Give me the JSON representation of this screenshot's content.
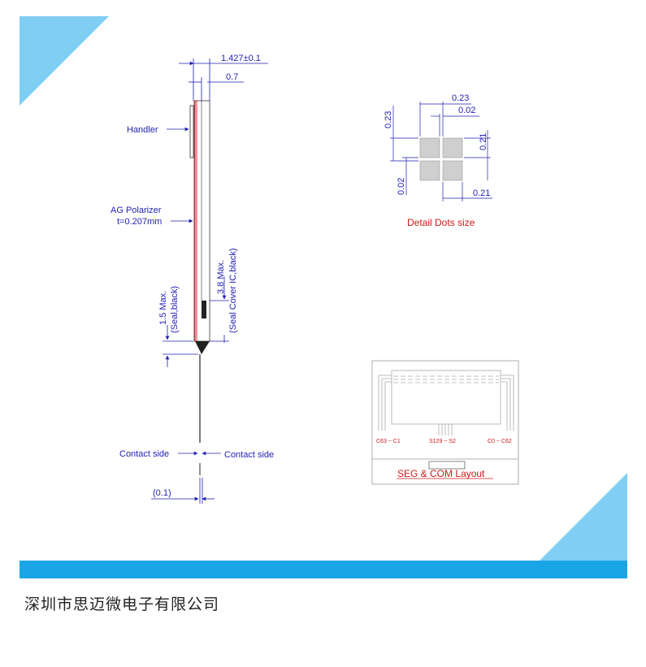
{
  "colors": {
    "accent_blue": "#56bdf0",
    "bar_blue": "#1aa6e6",
    "dim_blue": "#1f1fb4",
    "red": "#d01818",
    "dot_gray": "#cfcfcf"
  },
  "side_view": {
    "dim_total": "1.427±0.1",
    "dim_glass": "0.7",
    "handler": "Handler",
    "polarizer_line1": "AG Polarizer",
    "polarizer_line2": "t=0.207mm",
    "seal_ic_line1": "3.8 Max.",
    "seal_ic_line2": "(Seal Cover IC,black)",
    "seal_line1": "1.5 Max.",
    "seal_line2": "(Seal,black)",
    "contact_left": "Contact side",
    "contact_right": "Contact side",
    "dim_fpc": "(0.1)"
  },
  "dots": {
    "dim_top": "0.23",
    "dim_gap_top": "0.02",
    "dim_left": "0.23",
    "dim_gap_left": "0.02",
    "dim_right": "0.21",
    "dim_bottom": "0.21",
    "caption": "Detail Dots size"
  },
  "layout_box": {
    "label_left": "C63 ~ C1",
    "label_mid": "S129 ~ S2",
    "label_right": "C0 ~ C62",
    "caption": "SEG & COM Layout"
  },
  "footer": {
    "company": "深圳市思迈微电子有限公司"
  }
}
